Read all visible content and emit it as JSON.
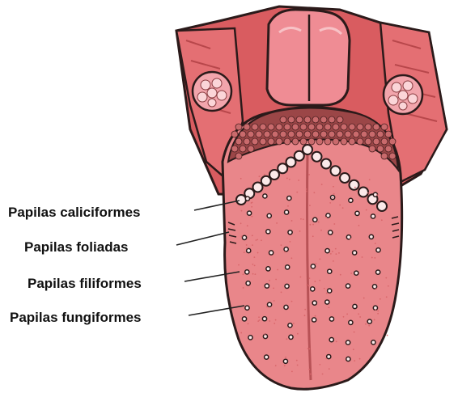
{
  "labels": [
    "Papilas caliciformes",
    "Papilas foliadas",
    "Papilas filiformes",
    "Papilas fungiformes"
  ],
  "colors": {
    "tongue": "#e9868a",
    "tongue_light": "#f2a2a4",
    "epiglottis": "#ef8c94",
    "outline": "#2b1a1a",
    "lingual_tonsil": "#9b4647",
    "papilla_ring": "#fbe9e9",
    "leader_line": "#222222"
  }
}
